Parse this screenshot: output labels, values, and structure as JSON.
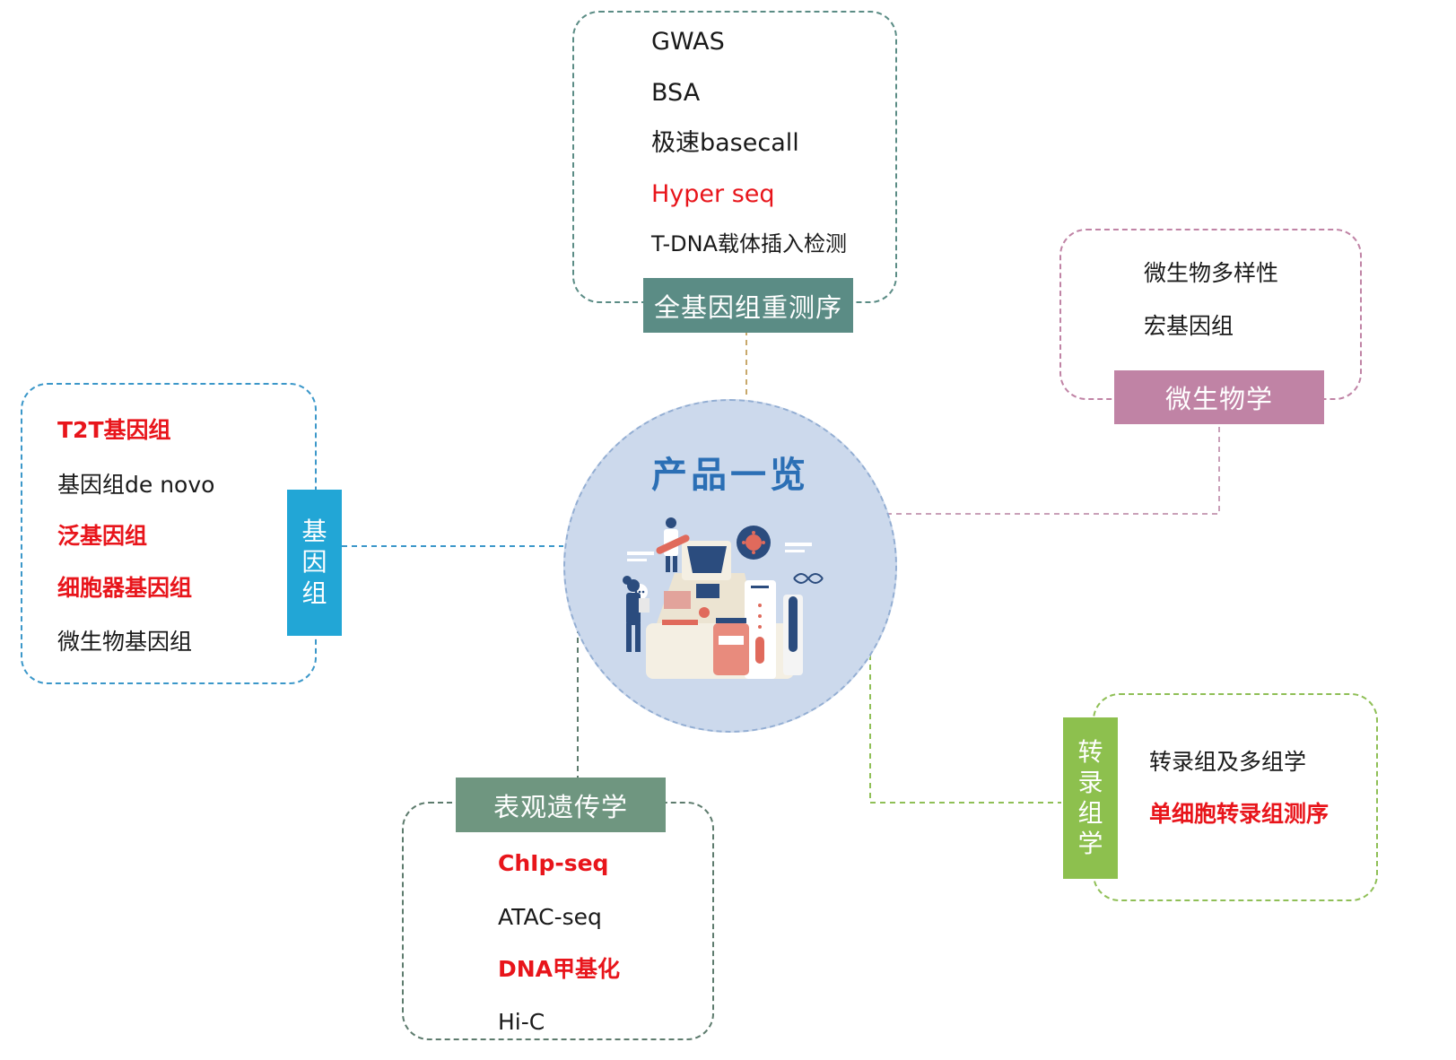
{
  "center": {
    "title": "产品一览"
  },
  "whole_genome": {
    "label": "全基因组重测序",
    "items": [
      {
        "text": "GWAS",
        "highlight": false
      },
      {
        "text": "BSA",
        "highlight": false
      },
      {
        "text": "极速basecall",
        "highlight": false
      },
      {
        "text": "Hyper seq",
        "highlight": true
      },
      {
        "text": "T-DNA载体插入检测",
        "highlight": false
      }
    ]
  },
  "microbiology": {
    "label": "微生物学",
    "items": [
      {
        "text": "微生物多样性",
        "highlight": false
      },
      {
        "text": "宏基因组",
        "highlight": false
      }
    ]
  },
  "genome": {
    "label_chars": [
      "基",
      "因",
      "组"
    ],
    "items": [
      {
        "text": "T2T基因组",
        "highlight": true
      },
      {
        "text": "基因组de novo",
        "highlight": false
      },
      {
        "text": "泛基因组",
        "highlight": true
      },
      {
        "text": "细胞器基因组",
        "highlight": true
      },
      {
        "text": "微生物基因组",
        "highlight": false
      }
    ]
  },
  "epigenetics": {
    "label": "表观遗传学",
    "items": [
      {
        "text": "ChIp-seq",
        "highlight": true
      },
      {
        "text": "ATAC-seq",
        "highlight": false
      },
      {
        "text": "DNA甲基化",
        "highlight": true
      },
      {
        "text": "Hi-C",
        "highlight": false
      }
    ]
  },
  "transcriptomics": {
    "label_chars": [
      "转",
      "录",
      "组",
      "学"
    ],
    "items": [
      {
        "text": "转录组及多组学",
        "highlight": false
      },
      {
        "text": "单细胞转录组测序",
        "highlight": true
      }
    ]
  },
  "colors": {
    "whole_genome": "#5b8c85",
    "microbiology": "#c083a5",
    "genome": "#22a6d6",
    "epigenetics": "#6f9680",
    "transcriptomics": "#8dc04e",
    "highlight": "#e8151b",
    "center_fill": "#ccd9ec",
    "center_title": "#2b6fb5"
  }
}
